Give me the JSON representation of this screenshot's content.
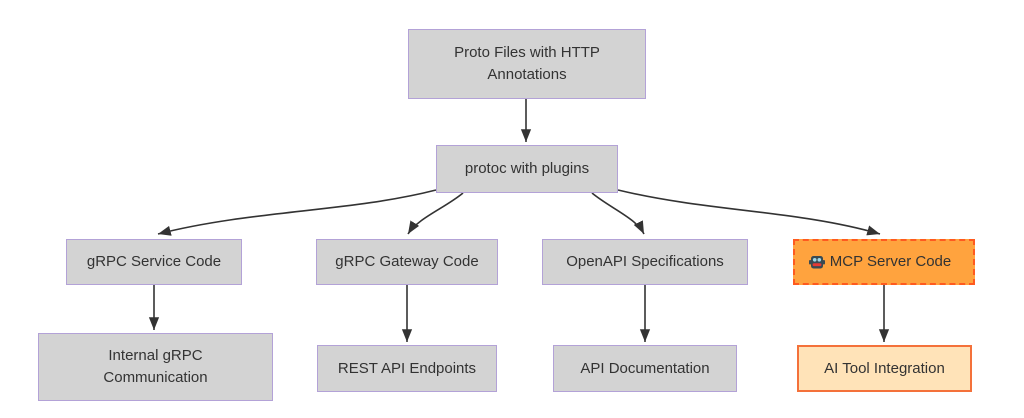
{
  "diagram": {
    "type": "flowchart",
    "direction": "top-down",
    "nodes": {
      "proto": {
        "label": "Proto Files with HTTP\nAnnotations"
      },
      "protoc": {
        "label": "protoc with plugins"
      },
      "grpc_service": {
        "label": "gRPC Service Code"
      },
      "grpc_gateway": {
        "label": "gRPC Gateway Code"
      },
      "openapi": {
        "label": "OpenAPI Specifications"
      },
      "mcp": {
        "label": "MCP Server Code",
        "icon": "robot-icon",
        "emoji": "🤖"
      },
      "internal": {
        "label": "Internal gRPC\nCommunication"
      },
      "rest": {
        "label": "REST API Endpoints"
      },
      "apidoc": {
        "label": "API Documentation"
      },
      "aitool": {
        "label": "AI Tool Integration"
      }
    },
    "edges": [
      {
        "from": "proto",
        "to": "protoc"
      },
      {
        "from": "protoc",
        "to": "grpc_service"
      },
      {
        "from": "protoc",
        "to": "grpc_gateway"
      },
      {
        "from": "protoc",
        "to": "openapi"
      },
      {
        "from": "protoc",
        "to": "mcp"
      },
      {
        "from": "grpc_service",
        "to": "internal"
      },
      {
        "from": "grpc_gateway",
        "to": "rest"
      },
      {
        "from": "openapi",
        "to": "apidoc"
      },
      {
        "from": "mcp",
        "to": "aitool"
      }
    ],
    "theme": {
      "background": "#ffffff",
      "node_fill": "#d3d3d3",
      "node_border": "#b3a2d7",
      "text_color": "#333333",
      "edge_color": "#333333",
      "mcp_fill": "#ffa33e",
      "mcp_border": "#ff5a1f",
      "aitool_fill": "#ffe3b8",
      "aitool_border": "#f4713a"
    }
  }
}
